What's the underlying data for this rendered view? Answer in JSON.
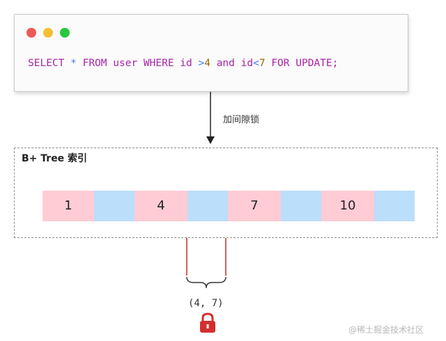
{
  "code_window": {
    "dots": [
      {
        "name": "close-dot",
        "color": "#ec5a58"
      },
      {
        "name": "minimize-dot",
        "color": "#f4bf32"
      },
      {
        "name": "maximize-dot",
        "color": "#27c840"
      }
    ],
    "sql_tokens": [
      {
        "text": "SELECT",
        "color": "#a626a4"
      },
      {
        "text": " ",
        "color": "#383a42"
      },
      {
        "text": "*",
        "color": "#4078f2"
      },
      {
        "text": " ",
        "color": "#383a42"
      },
      {
        "text": "FROM",
        "color": "#a626a4"
      },
      {
        "text": " ",
        "color": "#383a42"
      },
      {
        "text": "user",
        "color": "#a626a4"
      },
      {
        "text": " ",
        "color": "#383a42"
      },
      {
        "text": "WHERE",
        "color": "#a626a4"
      },
      {
        "text": " ",
        "color": "#383a42"
      },
      {
        "text": "id",
        "color": "#a626a4"
      },
      {
        "text": " ",
        "color": "#383a42"
      },
      {
        "text": ">",
        "color": "#4078f2"
      },
      {
        "text": "4",
        "color": "#986801"
      },
      {
        "text": " ",
        "color": "#383a42"
      },
      {
        "text": "and",
        "color": "#a626a4"
      },
      {
        "text": " ",
        "color": "#383a42"
      },
      {
        "text": "id",
        "color": "#a626a4"
      },
      {
        "text": "<",
        "color": "#4078f2"
      },
      {
        "text": "7",
        "color": "#986801"
      },
      {
        "text": " ",
        "color": "#383a42"
      },
      {
        "text": "FOR",
        "color": "#a626a4"
      },
      {
        "text": " ",
        "color": "#383a42"
      },
      {
        "text": "UPDATE;",
        "color": "#a626a4"
      }
    ]
  },
  "arrow_label": "加间隙锁",
  "index": {
    "title": "B+ Tree 索引",
    "cells": [
      {
        "label": "1",
        "type": "key"
      },
      {
        "label": "",
        "type": "gap"
      },
      {
        "label": "4",
        "type": "key"
      },
      {
        "label": "",
        "type": "gap"
      },
      {
        "label": "7",
        "type": "key"
      },
      {
        "label": "",
        "type": "gap"
      },
      {
        "label": "10",
        "type": "key"
      },
      {
        "label": "",
        "type": "gap"
      }
    ]
  },
  "colors": {
    "key_cell": "#ffccd5",
    "gap_cell": "#bbdefb",
    "pointer_arrow": "#c62828",
    "lock": "#d32f2f"
  },
  "range_label": "(4, 7)",
  "lock_icon": "padlock-icon",
  "watermark": "@稀土掘金技术社区"
}
